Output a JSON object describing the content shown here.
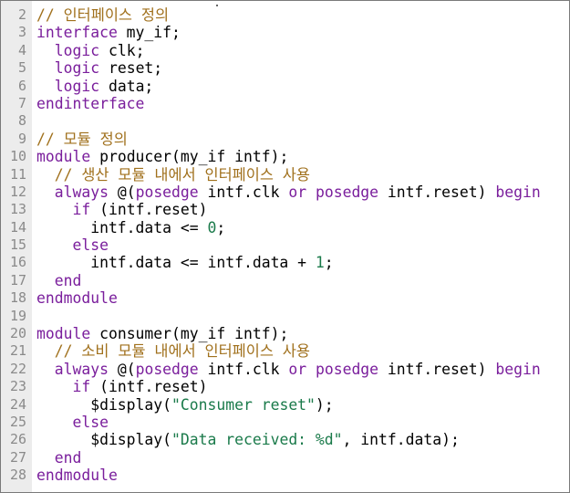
{
  "colors": {
    "keyword": "#7a1e9c",
    "comment": "#a0701c",
    "string": "#1a7a4a",
    "number": "#1a7a4a",
    "identifier": "#000000",
    "gutter_bg": "#ececec",
    "line_number": "#8a8a8a"
  },
  "code": {
    "lines": [
      {
        "n": "2",
        "tokens": [
          {
            "t": "// 인터페이스 정의",
            "c": "cm"
          }
        ]
      },
      {
        "n": "3",
        "tokens": [
          {
            "t": "interface",
            "c": "kw"
          },
          {
            "t": " my_if;",
            "c": "id"
          }
        ]
      },
      {
        "n": "4",
        "tokens": [
          {
            "t": "  ",
            "c": "id"
          },
          {
            "t": "logic",
            "c": "kw"
          },
          {
            "t": " clk;",
            "c": "id"
          }
        ]
      },
      {
        "n": "5",
        "tokens": [
          {
            "t": "  ",
            "c": "id"
          },
          {
            "t": "logic",
            "c": "kw"
          },
          {
            "t": " reset;",
            "c": "id"
          }
        ]
      },
      {
        "n": "6",
        "tokens": [
          {
            "t": "  ",
            "c": "id"
          },
          {
            "t": "logic",
            "c": "kw"
          },
          {
            "t": " data;",
            "c": "id"
          }
        ]
      },
      {
        "n": "7",
        "tokens": [
          {
            "t": "endinterface",
            "c": "kw"
          }
        ]
      },
      {
        "n": "8",
        "tokens": []
      },
      {
        "n": "9",
        "tokens": [
          {
            "t": "// 모듈 정의",
            "c": "cm"
          }
        ]
      },
      {
        "n": "10",
        "tokens": [
          {
            "t": "module",
            "c": "kw"
          },
          {
            "t": " producer(my_if intf);",
            "c": "id"
          }
        ]
      },
      {
        "n": "11",
        "tokens": [
          {
            "t": "  ",
            "c": "id"
          },
          {
            "t": "// 생산 모듈 내에서 인터페이스 사용",
            "c": "cm"
          }
        ]
      },
      {
        "n": "12",
        "tokens": [
          {
            "t": "  ",
            "c": "id"
          },
          {
            "t": "always",
            "c": "kw"
          },
          {
            "t": " @(",
            "c": "id"
          },
          {
            "t": "posedge",
            "c": "kw"
          },
          {
            "t": " intf.clk ",
            "c": "id"
          },
          {
            "t": "or",
            "c": "kw"
          },
          {
            "t": " ",
            "c": "id"
          },
          {
            "t": "posedge",
            "c": "kw"
          },
          {
            "t": " intf.reset) ",
            "c": "id"
          },
          {
            "t": "begin",
            "c": "kw"
          }
        ]
      },
      {
        "n": "13",
        "tokens": [
          {
            "t": "    ",
            "c": "id"
          },
          {
            "t": "if",
            "c": "kw"
          },
          {
            "t": " (intf.reset)",
            "c": "id"
          }
        ]
      },
      {
        "n": "14",
        "tokens": [
          {
            "t": "      intf.data <= ",
            "c": "id"
          },
          {
            "t": "0",
            "c": "num"
          },
          {
            "t": ";",
            "c": "id"
          }
        ]
      },
      {
        "n": "15",
        "tokens": [
          {
            "t": "    ",
            "c": "id"
          },
          {
            "t": "else",
            "c": "kw"
          }
        ]
      },
      {
        "n": "16",
        "tokens": [
          {
            "t": "      intf.data <= intf.data + ",
            "c": "id"
          },
          {
            "t": "1",
            "c": "num"
          },
          {
            "t": ";",
            "c": "id"
          }
        ]
      },
      {
        "n": "17",
        "tokens": [
          {
            "t": "  ",
            "c": "id"
          },
          {
            "t": "end",
            "c": "kw"
          }
        ]
      },
      {
        "n": "18",
        "tokens": [
          {
            "t": "endmodule",
            "c": "kw"
          }
        ]
      },
      {
        "n": "19",
        "tokens": []
      },
      {
        "n": "20",
        "tokens": [
          {
            "t": "module",
            "c": "kw"
          },
          {
            "t": " consumer(my_if intf);",
            "c": "id"
          }
        ]
      },
      {
        "n": "21",
        "tokens": [
          {
            "t": "  ",
            "c": "id"
          },
          {
            "t": "// 소비 모듈 내에서 인터페이스 사용",
            "c": "cm"
          }
        ]
      },
      {
        "n": "22",
        "tokens": [
          {
            "t": "  ",
            "c": "id"
          },
          {
            "t": "always",
            "c": "kw"
          },
          {
            "t": " @(",
            "c": "id"
          },
          {
            "t": "posedge",
            "c": "kw"
          },
          {
            "t": " intf.clk ",
            "c": "id"
          },
          {
            "t": "or",
            "c": "kw"
          },
          {
            "t": " ",
            "c": "id"
          },
          {
            "t": "posedge",
            "c": "kw"
          },
          {
            "t": " intf.reset) ",
            "c": "id"
          },
          {
            "t": "begin",
            "c": "kw"
          }
        ]
      },
      {
        "n": "23",
        "tokens": [
          {
            "t": "    ",
            "c": "id"
          },
          {
            "t": "if",
            "c": "kw"
          },
          {
            "t": " (intf.reset)",
            "c": "id"
          }
        ]
      },
      {
        "n": "24",
        "tokens": [
          {
            "t": "      $display(",
            "c": "id"
          },
          {
            "t": "\"Consumer reset\"",
            "c": "str"
          },
          {
            "t": ");",
            "c": "id"
          }
        ]
      },
      {
        "n": "25",
        "tokens": [
          {
            "t": "    ",
            "c": "id"
          },
          {
            "t": "else",
            "c": "kw"
          }
        ]
      },
      {
        "n": "26",
        "tokens": [
          {
            "t": "      $display(",
            "c": "id"
          },
          {
            "t": "\"Data received: %d\"",
            "c": "str"
          },
          {
            "t": ", intf.data);",
            "c": "id"
          }
        ]
      },
      {
        "n": "27",
        "tokens": [
          {
            "t": "  ",
            "c": "id"
          },
          {
            "t": "end",
            "c": "kw"
          }
        ]
      },
      {
        "n": "28",
        "tokens": [
          {
            "t": "endmodule",
            "c": "kw"
          }
        ]
      }
    ]
  }
}
